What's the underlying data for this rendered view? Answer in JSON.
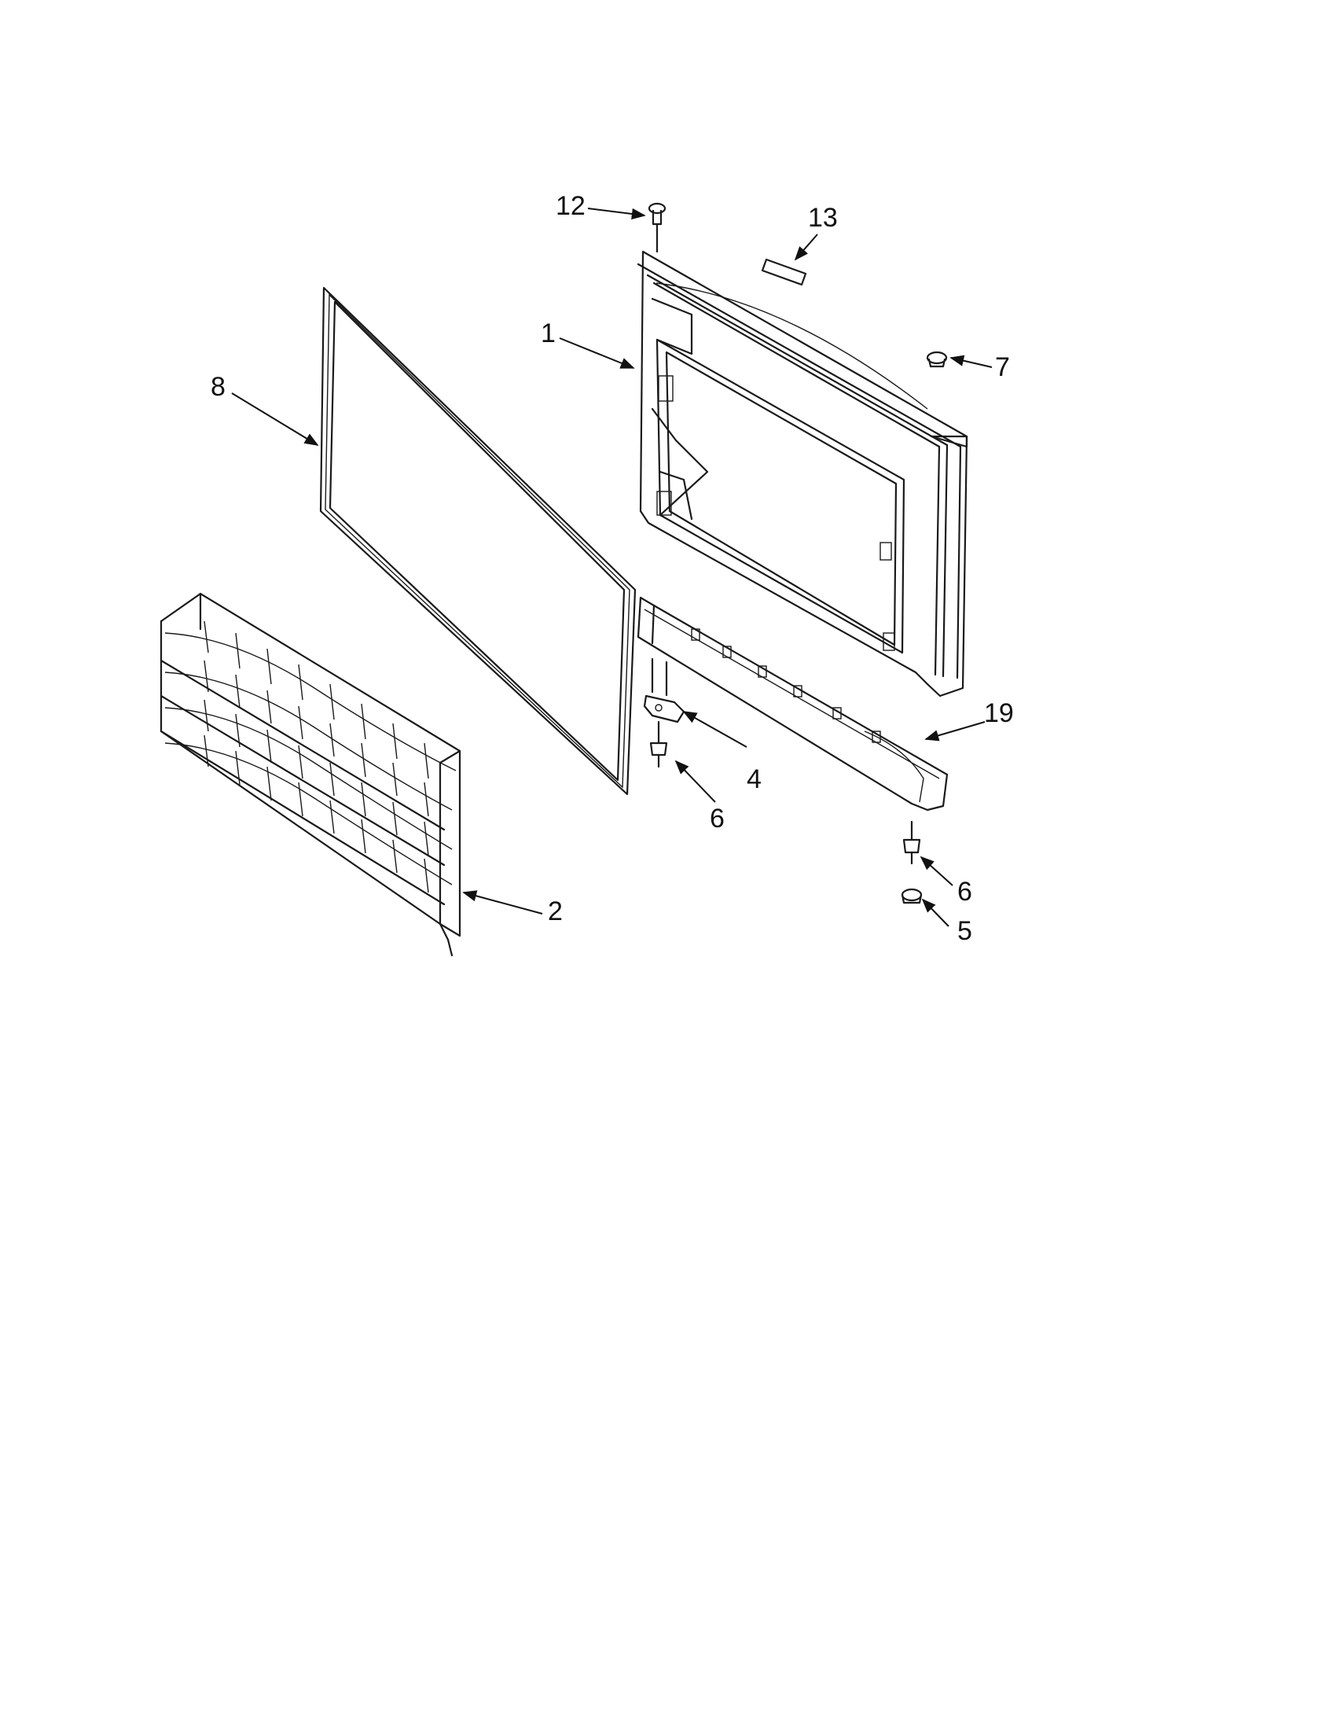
{
  "diagram": {
    "callouts": {
      "c1": "1",
      "c2": "2",
      "c4": "4",
      "c5": "5",
      "c6a": "6",
      "c6b": "6",
      "c7": "7",
      "c8": "8",
      "c12": "12",
      "c13": "13",
      "c19": "19"
    }
  }
}
